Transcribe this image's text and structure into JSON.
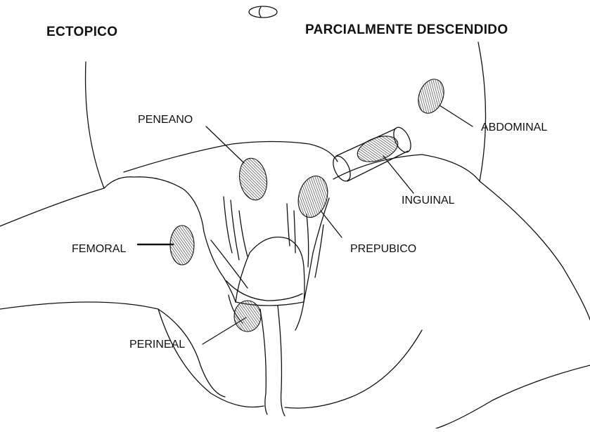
{
  "headings": {
    "left": "ECTOPICO",
    "right": "PARCIALMENTE DESCENDIDO"
  },
  "labels": {
    "peneano": "PENEANO",
    "abdominal": "ABDOMINAL",
    "inguinal": "INGUINAL",
    "femoral": "FEMORAL",
    "prepubico": "PREPUBICO",
    "perineal": "PERINEAL"
  },
  "colors": {
    "ink": "#111111",
    "hatch": "#555555"
  }
}
